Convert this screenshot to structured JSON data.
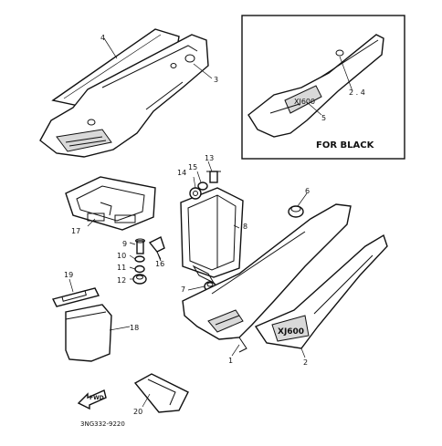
{
  "inset_caption": "FOR BLACK",
  "diagram_code": "3NG332-9220",
  "arrow_label": "FWD",
  "emblem_text": "XJ600",
  "callouts": {
    "c1": "1",
    "c2": "2",
    "c3": "3",
    "c4": "4",
    "c5": "5",
    "c6": "6",
    "c7": "7",
    "c8": "8",
    "c9": "9",
    "c10": "10",
    "c11": "11",
    "c12": "12",
    "c13": "13",
    "c14": "14",
    "c15": "15",
    "c16": "16",
    "c17": "17",
    "c18": "18",
    "c19": "19",
    "c20": "20",
    "inset_24": "2 . 4",
    "inset_5": "5"
  }
}
